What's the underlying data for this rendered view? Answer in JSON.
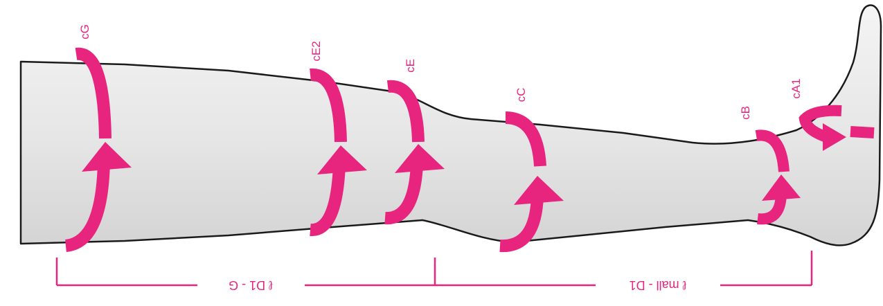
{
  "colors": {
    "accent": "#e8257e",
    "leg_fill": "#e9e9e9",
    "outline": "#1a1a1a"
  },
  "measurements": [
    {
      "id": "cG",
      "label": "cG"
    },
    {
      "id": "cE2",
      "label": "cE2"
    },
    {
      "id": "cE",
      "label": "cE"
    },
    {
      "id": "cC",
      "label": "cC"
    },
    {
      "id": "cB",
      "label": "cB"
    },
    {
      "id": "cA1",
      "label": "cA1"
    }
  ],
  "dimensions": [
    {
      "id": "d1-g",
      "label": "ℓ D1 - G"
    },
    {
      "id": "mall-d1",
      "label": "ℓ mall - D1"
    }
  ]
}
